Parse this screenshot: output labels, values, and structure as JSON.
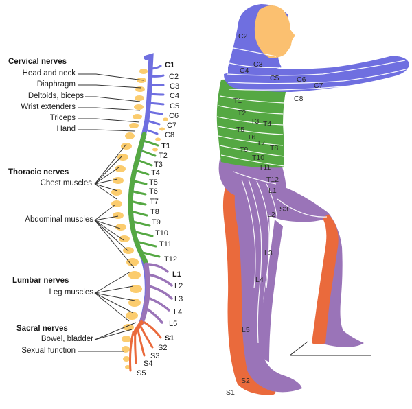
{
  "groups": [
    {
      "heading": "Cervical nerves",
      "items": [
        "Head and neck",
        "Diaphragm",
        "Deltoids, biceps",
        "Wrist extenders",
        "Triceps",
        "Hand"
      ]
    },
    {
      "heading": "Thoracic nerves",
      "items": [
        "Chest muscles"
      ]
    },
    {
      "heading": "",
      "items": [
        "Abdominal muscles"
      ]
    },
    {
      "heading": "Lumbar nerves",
      "items": [
        "Leg muscles"
      ]
    },
    {
      "heading": "Sacral nerves",
      "items": [
        "Bowel, bladder",
        "Sexual function"
      ]
    }
  ],
  "spine_segments": [
    "C1",
    "C2",
    "C3",
    "C4",
    "C5",
    "C6",
    "C7",
    "C8",
    "T1",
    "T2",
    "T3",
    "T4",
    "T5",
    "T6",
    "T7",
    "T8",
    "T9",
    "T10",
    "T11",
    "T12",
    "L1",
    "L2",
    "L3",
    "L4",
    "L5",
    "S1",
    "S2",
    "S3",
    "S4",
    "S5"
  ],
  "body_segments": [
    "C2",
    "C3",
    "C4",
    "C5",
    "C6",
    "C7",
    "C8",
    "T1",
    "T2",
    "T3",
    "T4",
    "T5",
    "T6",
    "T7",
    "T8",
    "T9",
    "T10",
    "T11",
    "T12",
    "L1",
    "L2",
    "S3",
    "L3",
    "L4",
    "L5",
    "S2",
    "S1"
  ],
  "colors": {
    "cervical": "#6f6fe0",
    "thoracic": "#55a843",
    "lumbar": "#9a74b8",
    "sacral": "#ea6a3c",
    "bone": "#fbcc6e",
    "skin": "#fbc070"
  }
}
